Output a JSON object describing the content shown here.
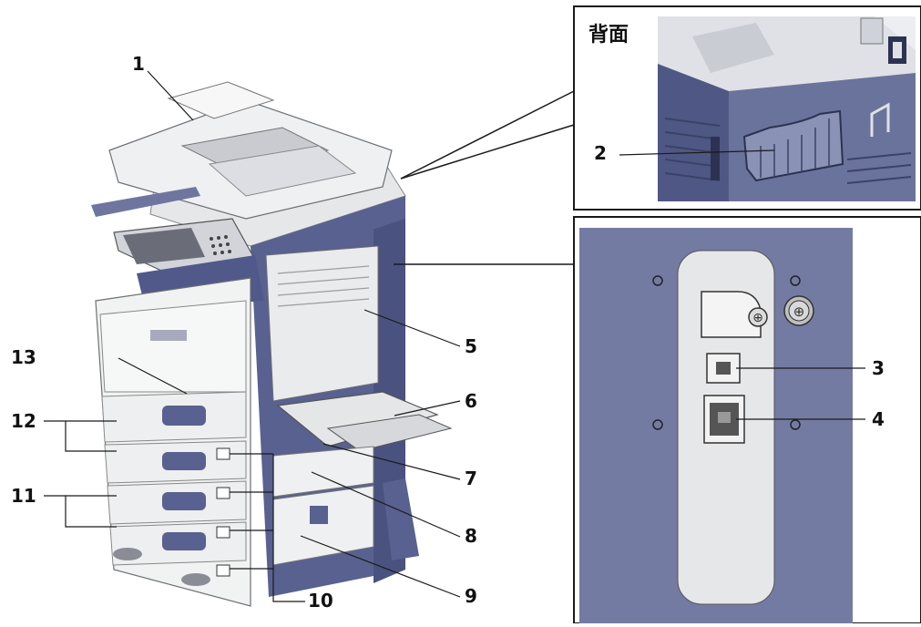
{
  "figure": {
    "rear_view_label": "背面",
    "callouts": {
      "c1": "1",
      "c2": "2",
      "c3": "3",
      "c4": "4",
      "c5": "5",
      "c6": "6",
      "c7": "7",
      "c8": "8",
      "c9": "9",
      "c10": "10",
      "c11": "11",
      "c12": "12",
      "c13": "13"
    }
  },
  "colors": {
    "body_white": "#f1f2f2",
    "body_blue": "#58618f",
    "panel_blue": "#767ea6",
    "port_plate": "#e6e7e8",
    "line": "#1a1a1a"
  }
}
